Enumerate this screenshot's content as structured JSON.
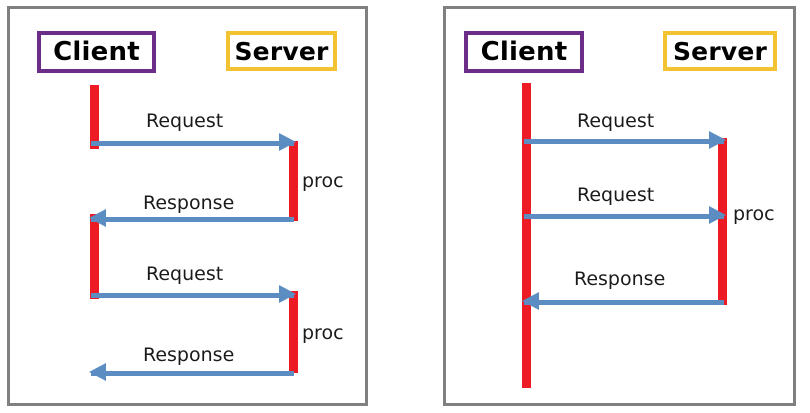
{
  "diagram": {
    "title": "",
    "colors": {
      "frame": "#808080",
      "client_border": "#6B2D87",
      "server_border": "#F2C233",
      "activation_bar": "#ED1C24",
      "arrow": "#5B8DC2",
      "text": "#1A1A1A",
      "background": "#FFFFFF"
    },
    "labels": {
      "client": "Client",
      "server": "Server",
      "request": "Request",
      "response": "Response",
      "proc": "proc"
    }
  },
  "panels": [
    {
      "id": "left",
      "name": "sequential-request-response",
      "lanes": {
        "client": "Client",
        "server": "Server"
      },
      "messages": [
        {
          "label": "Request",
          "direction": "to-right"
        },
        {
          "label": "Response",
          "direction": "to-left"
        },
        {
          "label": "Request",
          "direction": "to-right"
        },
        {
          "label": "Response",
          "direction": "to-left"
        }
      ],
      "processing_labels": [
        "proc",
        "proc"
      ]
    },
    {
      "id": "right",
      "name": "pipelined-request-response",
      "lanes": {
        "client": "Client",
        "server": "Server"
      },
      "messages": [
        {
          "label": "Request",
          "direction": "to-right"
        },
        {
          "label": "Request",
          "direction": "to-right"
        },
        {
          "label": "Response",
          "direction": "to-left"
        }
      ],
      "processing_labels": [
        "proc"
      ]
    }
  ]
}
